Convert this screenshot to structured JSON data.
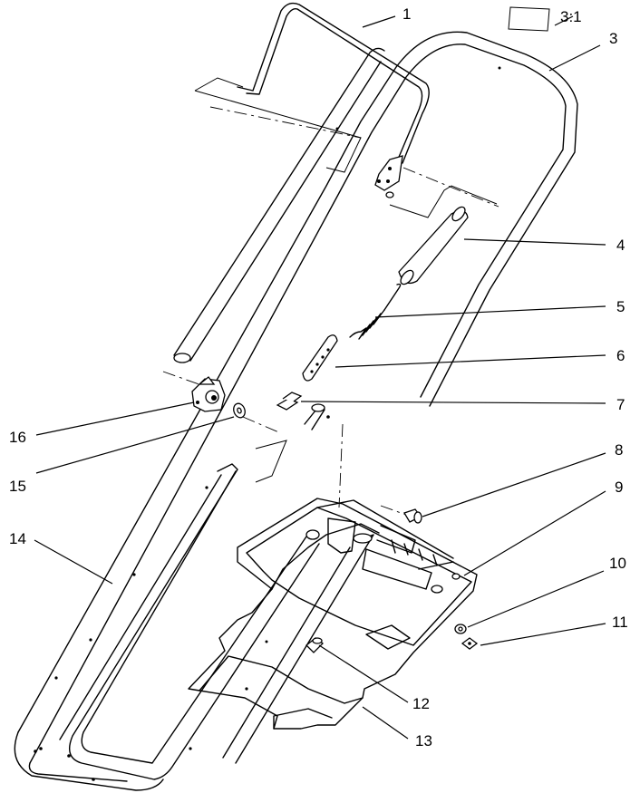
{
  "scale_note": "3:1",
  "callouts": [
    {
      "id": "1",
      "text": "1"
    },
    {
      "id": "3",
      "text": "3"
    },
    {
      "id": "4",
      "text": "4"
    },
    {
      "id": "5",
      "text": "5"
    },
    {
      "id": "6",
      "text": "6"
    },
    {
      "id": "7",
      "text": "7"
    },
    {
      "id": "8",
      "text": "8"
    },
    {
      "id": "9",
      "text": "9"
    },
    {
      "id": "10",
      "text": "10"
    },
    {
      "id": "11",
      "text": "11"
    },
    {
      "id": "12",
      "text": "12"
    },
    {
      "id": "13",
      "text": "13"
    },
    {
      "id": "14",
      "text": "14"
    },
    {
      "id": "15",
      "text": "15"
    },
    {
      "id": "16",
      "text": "16"
    }
  ]
}
